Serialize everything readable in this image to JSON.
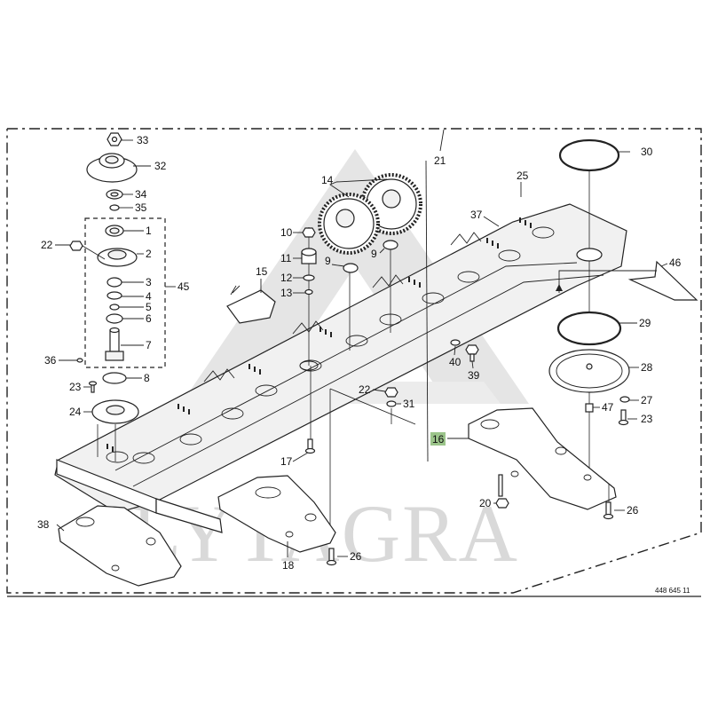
{
  "watermark": {
    "text": "LYTAGRA",
    "color": "#d9d9d9"
  },
  "highlight_color": "#9bc48a",
  "drawing_ref": "448 645 11",
  "callouts": {
    "c1": "1",
    "c2": "2",
    "c3": "3",
    "c4": "4",
    "c5": "5",
    "c6": "6",
    "c7": "7",
    "c8": "8",
    "c9a": "9",
    "c9b": "9",
    "c10": "10",
    "c11": "11",
    "c12": "12",
    "c13": "13",
    "c14": "14",
    "c15": "15",
    "c16": "16",
    "c17": "17",
    "c18": "18",
    "c20": "20",
    "c21": "21",
    "c22a": "22",
    "c22b": "22",
    "c23a": "23",
    "c23b": "23",
    "c24": "24",
    "c25": "25",
    "c26a": "26",
    "c26b": "26",
    "c27": "27",
    "c28": "28",
    "c29": "29",
    "c30": "30",
    "c31": "31",
    "c32": "32",
    "c33": "33",
    "c34": "34",
    "c35": "35",
    "c36": "36",
    "c37": "37",
    "c38": "38",
    "c39": "39",
    "c40": "40",
    "c45": "45",
    "c46": "46",
    "c47": "47"
  }
}
